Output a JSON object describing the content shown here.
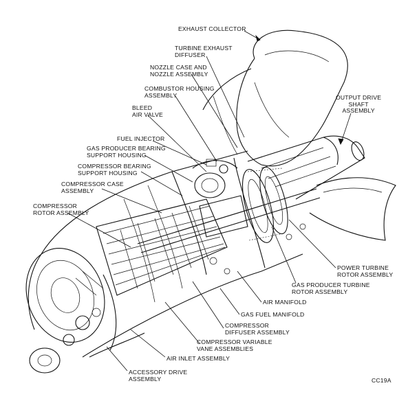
{
  "diagram": {
    "labels": {
      "exhaust_collector": "EXHAUST COLLECTOR",
      "turbine_exhaust_diffuser": "TURBINE EXHAUST\nDIFFUSER",
      "nozzle_case": "NOZZLE CASE AND\nNOZZLE ASSEMBLY",
      "combustor_housing": "COMBUSTOR HOUSING\nASSEMBLY",
      "bleed_air_valve": "BLEED\nAIR VALVE",
      "fuel_injector": "FUEL INJECTOR",
      "gas_producer_bearing": "GAS PRODUCER BEARING\nSUPPORT HOUSING",
      "compressor_bearing": "COMPRESSOR BEARING\nSUPPORT HOUSING",
      "compressor_case": "COMPRESSOR CASE\nASSEMBLY",
      "compressor_rotor": "COMPRESSOR\nROTOR ASSEMBLY",
      "output_drive_shaft": "OUTPUT DRIVE\nSHAFT\nASSEMBLY",
      "power_turbine_rotor": "POWER TURBINE\nROTOR ASSEMBLY",
      "gas_producer_turbine": "GAS PRODUCER TURBINE\nROTOR ASSEMBLY",
      "air_manifold": "AIR MANIFOLD",
      "gas_fuel_manifold": "GAS FUEL MANIFOLD",
      "compressor_diffuser": "COMPRESSOR\nDIFFUSER ASSEMBLY",
      "compressor_variable_vane": "COMPRESSOR VARIABLE\nVANE ASSEMBLIES",
      "air_inlet": "AIR INLET ASSEMBLY",
      "accessory_drive": "ACCESSORY DRIVE\nASSEMBLY",
      "figure_code": "CC19A"
    }
  }
}
